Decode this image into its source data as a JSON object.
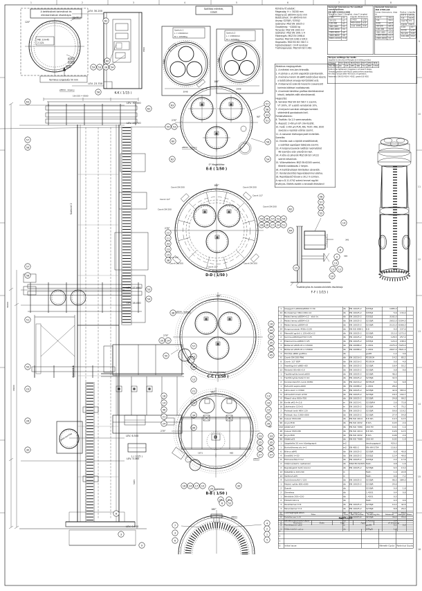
{
  "sheet": {
    "zones_top": [
      "1",
      "2",
      "3",
      "4",
      "5",
      "6",
      "7",
      "8"
    ],
    "zones_right": [
      "9",
      "10",
      "11",
      "12",
      "13",
      "14",
      "15",
      "16"
    ]
  },
  "flange": {
    "title1": "A betétcsövek karimáinak és",
    "title2": "ellenkarimáinak részletrajza",
    "bolts": "16x ø13",
    "angle": "120°",
    "spec1": "M8: 10×45",
    "spec2": "2.1/2L",
    "d1": "ø2820",
    "d2": "ø2806",
    "d3": "ø845",
    "note": "Termikus szigetelés 50 mm"
  },
  "kk": {
    "label": "K-K ( 1/15 )",
    "levtop": "LEV. 30.200",
    "levbot": "LEV. 23.700",
    "dim": "6500"
  },
  "ship": {
    "tab1": "Szállítási méretek,",
    "tab2": "súlyok",
    "s1": [
      "Szekció.1",
      "L = 15000mm",
      "M = 19500kg"
    ],
    "s2": [
      "Szekció.2",
      "L = 15800mm",
      "M = 22500kg"
    ],
    "w1": "3048",
    "w2": "2948"
  },
  "lab": {
    "lev30": "LEV. 30.000",
    "lev237": "LEV. 23.700",
    "lev17": "LEV. 17.000",
    "lev16": "LEV. 16.000",
    "lev65": "LEV. 6.500",
    "lev5065": "LEV. 5.065",
    "lev0": "LEV. 0.000",
    "ee": "E-E ( 1/50 )",
    "dd": "D-D ( 1/50 )",
    "cc": "C-C ( 1/50 )",
    "bb": "B-B ( 1/50 )",
    "ffl": "F-F ( 1/15 )",
    "ldet": "L ( 1/15 )",
    "fft": "Tisztítónyílás és kondenzleürítés részletrajz",
    "zero": "0° Megjelölése",
    "kop": "ø8594 - köpeny",
    "c200": "Csonk DN 200",
    "c12": "Csonk 1/2\"",
    "d180": "180°",
    "d270": "270°",
    "d90": "90°",
    "d8594": "ø8594",
    "szk1": "Szekció.1",
    "szk2": "Szekció 2",
    "man": "ø600 belvilág",
    "dtot": "30200",
    "d16k": "16000",
    "d5065": "5065",
    "dtop": "16×535 = 8560",
    "d345": "345",
    "d1671": "1671",
    "d982": "982",
    "d6500": "6500"
  },
  "notes_top": {
    "lines": [
      "Kémény fő adatok:",
      "Magasság: H = 30200 mm",
      "Köpenycső: ø8594×10/12 mm",
      "Betétcsövek: 3× ø845×8 mm",
      "Anyag: S235JR / S355J2",
      "Szabvány: MSZ EN 10025-2",
      "Össztömeg: ~42000 kg",
      "",
      "Tervezés: MSZ EN 1993-3-2",
      "Szélteher: MSZ EN 1991-1-4",
      "Földrengés: MSZ EN 1998-6",
      "",
      "Gyártás: MSZ EN 1090-2 EXC3",
      "Hegesztés: MSZ EN ISO 5817-C",
      "Felületvédelem: C4-M rendszer",
      "Tűzihorganyzás: MSZ EN ISO 1461"
    ]
  },
  "notes_box": {
    "lines": [
      "Általános megjegyzések:",
      "1. A méretek mm-ben értendők.",
      "2. A szintek a ±0,000 alapsíktól számítandók.",
      "3. A kémény három db ø845 betétcsővel készül,",
      "   a betétcsövek anyaga korrózióálló acél.",
      "4. A köpenycső szekciói helyszíni csavarozott",
      "   karimás kötéssel csatlakoznak.",
      "5. A karimák tömítése grafitos tömítőzsinórral",
      "   készül, beépítés előtt ellenőrizendő.",
      "Hegesztés:",
      "6. Varratok MSZ EN ISO 5817-C szerint,",
      "   VT 100%, UT a jelölt varratoknál 10%.",
      "7. A helyszíni varratok utólagos korrózió-",
      "   védelméről gondoskodni kell.",
      "Felületvédelem:",
      "8. Tisztítás: Sa 2,5 szemcseszórás.",
      "9. Alapozó: 2×60 μm EP cink-foszfát.",
      "10. Fedő: 1×60 μm PUR, RAL 7035 / RAL 3020",
      "    sávozás a repülési előírás szerint.",
      "11. A csavarok tűzihorganyzott kivitelűek.",
      "Szerelés:",
      "12. Emelés csak a kijelölt emelőfüleknél,",
      "    a szállítási egységek táblázata szerint.",
      "13. A horgonycsavarok lekötési nyomatékát",
      "    48 üzemóra után ellenőrizni kell.",
      "14. A létra és pihenők MSZ EN ISO 14122",
      "    szerint készülnek.",
      "15. Villámvédelem: MSZ EN 62305 szerint,",
      "    földelő csatlakozás 2 helyen.",
      "16. A tisztítónyílások tömítetten zárandók.",
      "17. Kondenzleürítés fagyvédelemmel ellátva.",
      "18. Repülésjelző fények a 30,2 m szinten.",
      "A rajz a D.11-0742 számú tervvel együtt",
      "érvényes. Eltérés esetén a tervezőt értesíteni!"
    ]
  },
  "tol1": {
    "t1": "General tolerances for welded constructions",
    "t2": "EN ISO 13920:1998",
    "sub": "Tolerance class C (lengths), class F (angles)",
    "h": [
      "Range mm",
      "Tol."
    ],
    "rows": [
      [
        "2-30",
        "±1"
      ],
      [
        "30-120",
        "±1"
      ],
      [
        "120-400",
        "±2"
      ],
      [
        "400-1000",
        "±3"
      ],
      [
        "1000-2000",
        "±4"
      ],
      [
        "2000-4000",
        "±6"
      ],
      [
        "4000-8000",
        "±8"
      ],
      [
        "8000-12000",
        "±10"
      ]
    ],
    "sub2": "Angular dimensions",
    "rows2": [
      [
        "0-400",
        "±20′"
      ],
      [
        "400-1000",
        "±15′"
      ],
      [
        "over 1000",
        "±10′"
      ]
    ]
  },
  "tol2": {
    "t1": "General tolerances",
    "t2": "ISO 2768-mK",
    "sub": "Linear dimensions, class m",
    "rows": [
      [
        "0,5-3",
        "±0,1"
      ],
      [
        "3-6",
        "±0,1"
      ],
      [
        "6-30",
        "±0,2"
      ],
      [
        "30-120",
        "±0,3"
      ],
      [
        "120-400",
        "±0,5"
      ],
      [
        "400-1000",
        "±0,8"
      ],
      [
        "1000-2000",
        "±1,2"
      ],
      [
        "2000-4000",
        "±2"
      ]
    ],
    "sub2": "Radius / chamfer",
    "rows2": [
      [
        "0,5-3",
        "±0,2"
      ],
      [
        "3-6",
        "±0,5"
      ],
      [
        "over 6",
        "±1"
      ]
    ],
    "sub3": "Angular, class K",
    "rows3": [
      [
        "0-10",
        "±1°"
      ],
      [
        "10-50",
        "±30′"
      ],
      [
        "50-120",
        "±20′"
      ],
      [
        "120-400",
        "±10′"
      ]
    ]
  },
  "torque": {
    "t1": "Torque settings for bolts",
    "t2": "(applies to structural flanges and sliding joints)",
    "cols": [
      "Thread",
      "M12",
      "M16",
      "M20",
      "M24",
      "M27",
      "M30",
      "M36"
    ],
    "vals": [
      "MA [Nm]",
      "60",
      "145",
      "285",
      "490",
      "710",
      "980",
      "1700"
    ],
    "notes": [
      "Bolts to be tightened crosswise in at least 3 steps.",
      "Threads greased with MoS2 paste before assembly.",
      "Re-check torque after 48 hours of operation."
    ],
    "foot": "Fasteners: EN ISO 4014 / 4032, grade 8.8 HDG"
  },
  "parts": {
    "title": "PARTS LIST",
    "header": [
      "Qty",
      "Title",
      "Unit",
      "Part Number",
      "Drawing No.",
      "Material",
      "Weight",
      "Rem."
    ],
    "sub": [
      "Δ",
      "Revision",
      "Date",
      "Sign",
      "Appd",
      "of drawing"
    ],
    "rows": [
      [
        "1",
        "Alapgyűrű ø8900/ø8300 t=30",
        "db",
        "EN 10025-2",
        "S355J2",
        "1985,0",
        "",
        ""
      ],
      [
        "24",
        "Bordalemez 380×180×14",
        "db",
        "EN 10025-2",
        "S355J2",
        "5,6",
        "134,4",
        ""
      ],
      [
        "1",
        "Palást lemez ø8594×12 - alsó öv",
        "db",
        "EN 10025-2",
        "S355J2",
        "3182,0",
        "",
        ""
      ],
      [
        "2",
        "Palást lemez ø8594×10",
        "db",
        "EN 10025-2",
        "S235JR",
        "2652,0",
        "5304,0",
        ""
      ],
      [
        "3",
        "Palást lemez ø8594×8",
        "db",
        "EN 10025-2",
        "S235JR",
        "2122,0",
        "6366,0",
        ""
      ],
      [
        "24",
        "Horgonycsavar M36×1120",
        "db",
        "EN ISO 898-1",
        "8.8",
        "9,9",
        "237,6",
        ""
      ],
      [
        "6",
        "Merevítő gyűrű L 120×80×12",
        "db",
        "EN 10025-2",
        "S235JR",
        "212,0",
        "1272,0",
        ""
      ],
      [
        "2",
        "Karima ø2820/ø2700 t=25",
        "db",
        "EN 10025-2",
        "S355J2",
        "128,5",
        "257,0",
        ""
      ],
      [
        "2",
        "Ellenkarima ø2806 t=25",
        "db",
        "EN 10025-2",
        "S355J2",
        "124,0",
        "248,0",
        ""
      ],
      [
        "3",
        "Béléscső ø845×8 L=15000",
        "db",
        "EN 10088-2",
        "1.4301",
        "2475,0",
        "7425,0",
        ""
      ],
      [
        "3",
        "Béléscső ø845×8 L=15800",
        "db",
        "EN 10088-2",
        "1.4301",
        "2607,0",
        "7821,0",
        ""
      ],
      [
        "3",
        "Tömítés ø860 grafitos",
        "db",
        "",
        "grafit",
        "1,2",
        "3,6",
        ""
      ],
      [
        "6",
        "Csonk DN 200 PN6",
        "db",
        "EN 10216-2",
        "P235GH",
        "14,2",
        "85,2",
        ""
      ],
      [
        "8",
        "Csonk 1/2\" BSP",
        "db",
        "EN 10216-2",
        "P235GH",
        "0,6",
        "4,8",
        ""
      ],
      [
        "3",
        "Vezetőgyűrű ø860×60",
        "db",
        "EN 10025-2",
        "S235JR",
        "18,4",
        "55,2",
        ""
      ],
      [
        "12",
        "Távtartó 80×60×10",
        "db",
        "EN 10025-2",
        "S235JR",
        "0,8",
        "9,6",
        ""
      ],
      [
        "1",
        "Tisztítónyílás keret ø600",
        "db",
        "EN 10025-2",
        "S235JR",
        "46,0",
        "",
        ""
      ],
      [
        "1",
        "Tisztítónyílás fedél t=10",
        "db",
        "EN 10025-2",
        "S235JR",
        "32,5",
        "",
        ""
      ],
      [
        "2",
        "Kondenzleürítő csonk DN50",
        "db",
        "EN 10216-2",
        "P235GH",
        "3,4",
        "6,8",
        ""
      ],
      [
        "1",
        "Esővédő sapka ø900",
        "db",
        "EN 10088-2",
        "1.4301",
        "28,0",
        "",
        ""
      ],
      [
        "9",
        "Létra elem L=3360",
        "db",
        "EN 10025-2",
        "S235JR",
        "42,6",
        "383,4",
        ""
      ],
      [
        "9",
        "Létravédő kosár ø700",
        "db",
        "EN 10025-2",
        "S235JR",
        "18,3",
        "164,7",
        ""
      ],
      [
        "4",
        "Pihenő rács 900×700",
        "db",
        "EN 10025-2",
        "S235JR",
        "24,8",
        "99,2",
        ""
      ],
      [
        "28",
        "Korlát ø42,4×2,6",
        "m",
        "EN 10219-1",
        "S235JRH",
        "2,6",
        "72,8",
        ""
      ],
      [
        "16",
        "Lábdeszka 120×5",
        "m",
        "EN 10025-2",
        "S235JR",
        "4,7",
        "75,2",
        ""
      ],
      [
        "2",
        "Podeszt tartó HEA 120",
        "db",
        "EN 10025-2",
        "S235JR",
        "59,6",
        "119,2",
        ""
      ],
      [
        "2",
        "Podeszt rács 1000×800",
        "db",
        "EN 10025-2",
        "S235JR",
        "27,4",
        "54,8",
        ""
      ],
      [
        "96",
        "Csavar M16×60",
        "db",
        "EN ISO 4014",
        "8.8 tzh.",
        "0,13",
        "12,5",
        ""
      ],
      [
        "96",
        "Anya M16",
        "db",
        "EN ISO 4032",
        "8 tzh.",
        "0,03",
        "2,9",
        ""
      ],
      [
        "192",
        "Alátét ø17",
        "db",
        "EN ISO 7089",
        "200 HV",
        "0,01",
        "1,9",
        ""
      ],
      [
        "48",
        "Csavar M20×80",
        "db",
        "EN ISO 4014",
        "8.8 tzh.",
        "0,26",
        "12,5",
        ""
      ],
      [
        "48",
        "Anya M20",
        "db",
        "EN ISO 4032",
        "8 tzh.",
        "0,06",
        "2,9",
        ""
      ],
      [
        "96",
        "Alátét ø21",
        "db",
        "EN ISO 7089",
        "200 HV",
        "0,02",
        "1,9",
        ""
      ],
      [
        "1",
        "Szigetelés 50 mm kőzetgyapot",
        "m2",
        "",
        "ásványgyapot",
        "420,0",
        "",
        ""
      ],
      [
        "1",
        "Burkolólemez alu t=1",
        "m2",
        "EN 485-2",
        "EN AW-5754",
        "118,0",
        "",
        ""
      ],
      [
        "6",
        "Bilincs ø845",
        "db",
        "EN 10025-2",
        "S235JR",
        "6,8",
        "40,8",
        ""
      ],
      [
        "4",
        "Emelőfül t=20",
        "db",
        "EN 10025-2",
        "S355J2",
        "12,4",
        "49,6",
        ""
      ],
      [
        "8",
        "Fülmerevítés t=12",
        "db",
        "EN 10025-2",
        "S355J2",
        "2,2",
        "17,6",
        ""
      ],
      [
        "2",
        "Villámvédelmi csatlakozó",
        "db",
        "MSZ EN 62305",
        "FeZn",
        "0,8",
        "1,6",
        ""
      ],
      [
        "2",
        "Repülésjelző tartó konzol",
        "db",
        "EN 10025-2",
        "S235JR",
        "6,5",
        "13,0",
        ""
      ],
      [
        "12",
        "Kábeltálca 100×60",
        "m",
        "",
        "FeZn",
        "1,9",
        "22,8",
        ""
      ],
      [
        "12",
        "Védőcső ø25",
        "m",
        "",
        "FeZn",
        "0,6",
        "7,2",
        ""
      ],
      [
        "4",
        "Gyűrűmerevítő U 120",
        "db",
        "EN 10025-2",
        "S235JR",
        "96,0",
        "384,0",
        ""
      ],
      [
        "1",
        "Feljáró nyílás 600×600",
        "db",
        "EN 10025-2",
        "S235JR",
        "24,6",
        "",
        ""
      ],
      [
        "2",
        "Zsanér",
        "db",
        "",
        "S235JR",
        "0,9",
        "1,8",
        ""
      ],
      [
        "2",
        "Zárretesz",
        "db",
        "",
        "1.4301",
        "0,4",
        "0,8",
        ""
      ],
      [
        "1",
        "Névtábla 200×150",
        "db",
        "",
        "1.4301",
        "0,5",
        "",
        ""
      ],
      [
        "2",
        "Földelő bilincs",
        "db",
        "",
        "FeZn",
        "0,3",
        "0,6",
        ""
      ],
      [
        "3",
        "Terelőlemez t=6",
        "db",
        "EN 10025-2",
        "S235JR",
        "14,2",
        "42,6",
        ""
      ],
      [
        "3",
        "Takarólemez t=4",
        "db",
        "EN 10025-2",
        "S235JR",
        "8,8",
        "26,4",
        ""
      ],
      [
        "6",
        "Csőmegfogás ø845",
        "db",
        "EN 10025-2",
        "S235JR",
        "11,4",
        "68,4",
        ""
      ],
      [
        "2",
        "Fedéllemez t=8",
        "db",
        "EN 10025-2",
        "S235JR",
        "36,2",
        "72,4",
        ""
      ],
      [
        "1",
        "Kémény azonosító tábla",
        "db",
        "",
        "1.4301",
        "0,4",
        "",
        ""
      ],
      [
        "3",
        "Tömítőzsinór ø10",
        "m",
        "",
        "grafit",
        "0,1",
        "0,3",
        ""
      ],
      [
        "1",
        "Villámhárító csúcs",
        "db",
        "",
        "AlMgSi",
        "1,2",
        "",
        ""
      ]
    ]
  },
  "rev": {
    "rows": [
      [
        "3",
        "",
        "",
        "",
        ""
      ],
      [
        "2",
        "",
        "",
        "",
        ""
      ],
      [
        "1",
        "",
        "",
        "",
        ""
      ],
      [
        "0",
        "Initial issue",
        "",
        "Németh Gyula",
        "Radnóczi Gyula"
      ]
    ]
  },
  "co": {
    "kk": [
      "62",
      "60",
      "59",
      "53",
      "28",
      "54",
      "56"
    ],
    "ee": [
      "63",
      "59",
      "53",
      "60",
      "62",
      "57",
      "58",
      "33",
      "51",
      "56",
      "54"
    ],
    "dd": [
      "59",
      "56",
      "57",
      "53",
      "54",
      "28",
      "26",
      "27",
      "24",
      "51",
      "12",
      "11",
      "33",
      "13",
      "15",
      "38",
      "62",
      "64"
    ],
    "cc": [
      "38",
      "20",
      "14",
      "50",
      "16",
      "44",
      "33",
      "35",
      "34",
      "45"
    ],
    "bb": [
      "18",
      "14",
      "46",
      "21",
      "24",
      "13",
      "16",
      "19",
      "22",
      "28",
      "23",
      "25",
      "26",
      "27",
      "33",
      "35",
      "36",
      "37",
      "16",
      "14",
      "17",
      "10",
      "20",
      "30",
      "29",
      "31"
    ],
    "aa": [
      "6",
      "52",
      "7",
      "3",
      "6",
      "4",
      "2",
      "1",
      "5"
    ],
    "ff": [
      "58",
      "57",
      "56",
      "55",
      "14",
      "8",
      "9",
      "13",
      "12",
      "11",
      "10",
      "15"
    ],
    "el": [
      "63",
      "57",
      "58",
      "57",
      "58",
      "51",
      "50",
      "23",
      "26",
      "30",
      "62",
      "53",
      "54",
      "8",
      "3",
      "9",
      "57",
      "13",
      "38",
      "12",
      "21",
      "24",
      "34",
      "36"
    ]
  }
}
